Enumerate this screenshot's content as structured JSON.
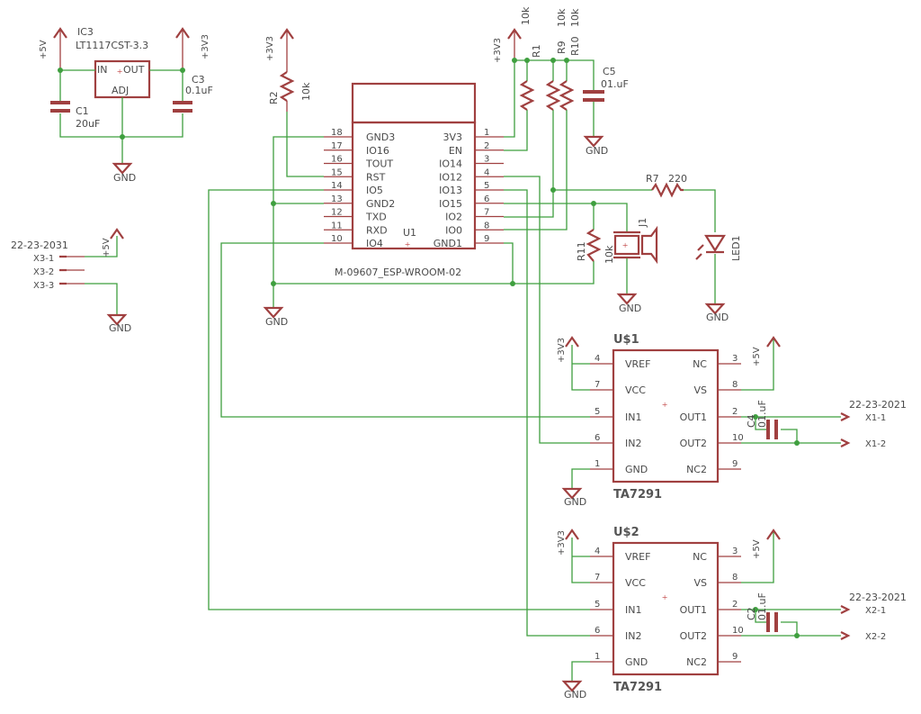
{
  "regulator": {
    "name": "IC3",
    "value": "LT1117CST-3.3",
    "pin_in": "IN",
    "pin_out": "OUT",
    "pin_adj": "ADJ"
  },
  "caps": {
    "c1": {
      "name": "C1",
      "value": "20uF"
    },
    "c3": {
      "name": "C3",
      "value": "0.1uF"
    },
    "c5": {
      "name": "C5",
      "value": "01.uF"
    },
    "c4": {
      "name": "C4",
      "value": "01.uF"
    },
    "c2": {
      "name": "C2",
      "value": "01.uF"
    }
  },
  "resistors": {
    "r1": {
      "name": "R1",
      "value": "10k"
    },
    "r2": {
      "name": "R2",
      "value": "10k"
    },
    "r9": {
      "name": "R9",
      "value": "10k"
    },
    "r10": {
      "name": "R10",
      "value": "10k"
    },
    "r11": {
      "name": "R11",
      "value": "10k"
    },
    "r7": {
      "name": "R7",
      "value": "220"
    }
  },
  "led": {
    "name": "LED1"
  },
  "speaker": {
    "name": "J1"
  },
  "supply": {
    "v5": "+5V",
    "v33": "+3V3",
    "gnd": "GND"
  },
  "esp": {
    "name": "U1",
    "value": "M-09607_ESP-WROOM-02",
    "left_pins": [
      {
        "num": "18",
        "label": "GND3"
      },
      {
        "num": "17",
        "label": "IO16"
      },
      {
        "num": "16",
        "label": "TOUT"
      },
      {
        "num": "15",
        "label": "RST"
      },
      {
        "num": "14",
        "label": "IO5"
      },
      {
        "num": "13",
        "label": "GND2"
      },
      {
        "num": "12",
        "label": "TXD"
      },
      {
        "num": "11",
        "label": "RXD"
      },
      {
        "num": "10",
        "label": "IO4"
      }
    ],
    "right_pins": [
      {
        "num": "1",
        "label": "3V3"
      },
      {
        "num": "2",
        "label": "EN"
      },
      {
        "num": "3",
        "label": "IO14"
      },
      {
        "num": "4",
        "label": "IO12"
      },
      {
        "num": "5",
        "label": "IO13"
      },
      {
        "num": "6",
        "label": "IO15"
      },
      {
        "num": "7",
        "label": "IO2"
      },
      {
        "num": "8",
        "label": "IO0"
      },
      {
        "num": "9",
        "label": "GND1"
      }
    ]
  },
  "drivers": [
    {
      "name": "U$1",
      "value": "TA7291",
      "left_pins": [
        {
          "num": "4",
          "label": "VREF"
        },
        {
          "num": "7",
          "label": "VCC"
        },
        {
          "num": "5",
          "label": "IN1"
        },
        {
          "num": "6",
          "label": "IN2"
        },
        {
          "num": "1",
          "label": "GND"
        }
      ],
      "right_pins": [
        {
          "num": "3",
          "label": "NC"
        },
        {
          "num": "8",
          "label": "VS"
        },
        {
          "num": "2",
          "label": "OUT1"
        },
        {
          "num": "10",
          "label": "OUT2"
        },
        {
          "num": "9",
          "label": "NC2"
        }
      ],
      "connector": "22-23-2021",
      "out_labels": [
        "X1-1",
        "X1-2"
      ]
    },
    {
      "name": "U$2",
      "value": "TA7291",
      "left_pins": [
        {
          "num": "4",
          "label": "VREF"
        },
        {
          "num": "7",
          "label": "VCC"
        },
        {
          "num": "5",
          "label": "IN1"
        },
        {
          "num": "6",
          "label": "IN2"
        },
        {
          "num": "1",
          "label": "GND"
        }
      ],
      "right_pins": [
        {
          "num": "3",
          "label": "NC"
        },
        {
          "num": "8",
          "label": "VS"
        },
        {
          "num": "2",
          "label": "OUT1"
        },
        {
          "num": "10",
          "label": "OUT2"
        },
        {
          "num": "9",
          "label": "NC2"
        }
      ],
      "connector": "22-23-2021",
      "out_labels": [
        "X2-1",
        "X2-2"
      ]
    }
  ],
  "x3": {
    "connector": "22-23-2031",
    "labels": [
      "X3-1",
      "X3-2",
      "X3-3"
    ]
  }
}
